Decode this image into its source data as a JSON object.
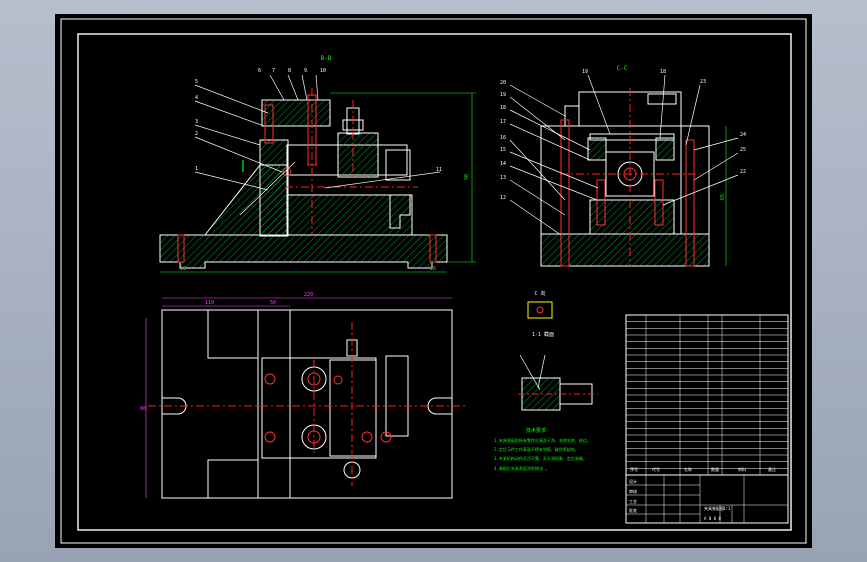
{
  "colors": {
    "background": "#000000",
    "frame": "#ffffff",
    "outline": "#ffffff",
    "hatch": "#00d040",
    "centerline": "#ff2020",
    "dimension": "#ff40ff",
    "leader": "#ffffff",
    "notes": "#00ff00",
    "callout": "#ffff00",
    "viewer_bg": "#a3adbb"
  },
  "views": {
    "front": {
      "label": "B-B"
    },
    "side": {
      "label": "C-C"
    },
    "detail_c": {
      "label": "C 向"
    },
    "detail_section": {
      "label": "1-1 截面"
    }
  },
  "front_callouts": [
    "5",
    "4",
    "3",
    "2",
    "1",
    "6",
    "7",
    "8",
    "9",
    "10",
    "11"
  ],
  "side_callouts_left": [
    "20",
    "19",
    "18",
    "17",
    "16",
    "15",
    "14",
    "13",
    "12"
  ],
  "side_callouts_top": [
    "19",
    "18",
    "23"
  ],
  "side_callouts_right": [
    "24",
    "25",
    "22"
  ],
  "dimensions": {
    "front_height": "90",
    "front_base_left": "16",
    "front_base_right": "16",
    "side_height": "65",
    "plan_total": "220",
    "plan_left": "110",
    "plan_mid": "50",
    "plan_height": "60"
  },
  "notes": {
    "title": "技术要求",
    "lines": [
      "1.夹具装配前所有零件应清洗干净，去除毛刺、锐边，",
      "2.定位元件工作表面不得有划痕、碰伤等缺陷，",
      "3.夹紧机构动作灵活可靠，无卡滞现象，定位准确，",
      "4.装配后夹具表面涂防锈油 。"
    ]
  },
  "parts_table": {
    "rows": 24,
    "header": [
      "序号",
      "代号",
      "名称",
      "数量",
      "材料",
      "备注"
    ]
  },
  "title_block": {
    "drawing_name": "夹具装配图",
    "scale": "1:1",
    "drawing_no": "A 0 0 0",
    "labels": [
      "设计",
      "审核",
      "工艺",
      "批准"
    ]
  }
}
